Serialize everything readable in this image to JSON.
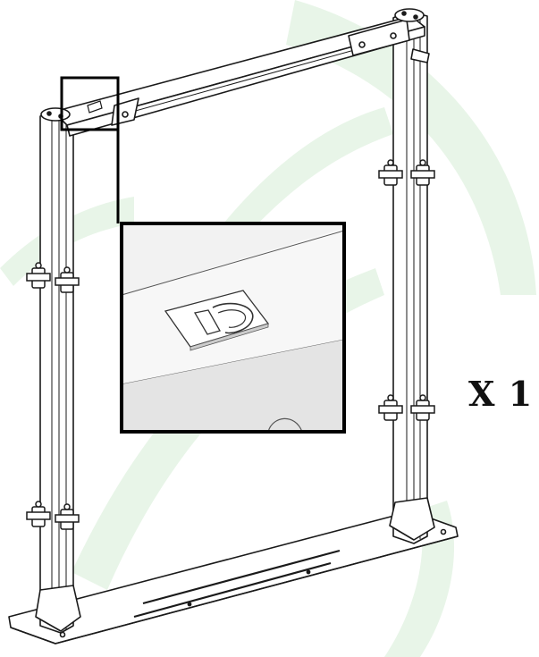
{
  "quantity_label": "X 1",
  "watermark_color": "#e3f3e3",
  "stroke_color": "#1a1a1a",
  "parts": {
    "frame": "gate-frame",
    "detail_marker": "logo-marker",
    "clamps": "coupler-clamp"
  }
}
